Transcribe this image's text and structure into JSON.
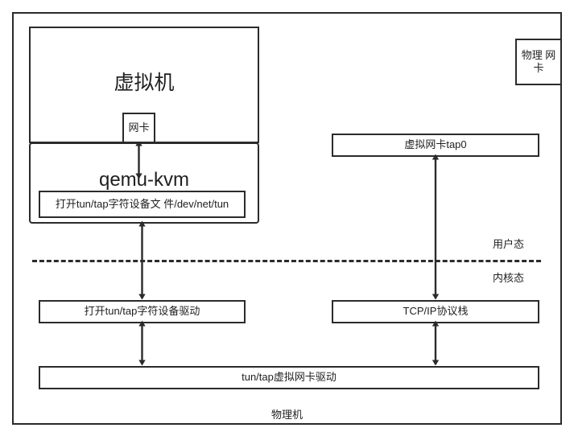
{
  "diagram": {
    "title_label": "物理机",
    "outer_frame_name": "物理机",
    "mode_divider": {
      "user_mode_label": "用户态",
      "kernel_mode_label": "内核态"
    },
    "boxes": {
      "vm": "虚拟机",
      "vm_nic": "网卡",
      "qemu": "qemu-kvm",
      "open_tuntap_char_file": "打开tun/tap字符设备文\n件/dev/net/tun",
      "physical_nic": "物理\n网卡",
      "tap0": "虚拟网卡tap0",
      "tcpip_stack": "TCP/IP协议栈",
      "open_tuntap_char_driver": "打开tun/tap字符设备驱动",
      "tuntap_virtual_nic_driver": "tun/tap虚拟网卡驱动"
    },
    "colors": {
      "stroke": "#2b2b2b",
      "text": "#1f1f1f",
      "background": "#ffffff"
    }
  }
}
